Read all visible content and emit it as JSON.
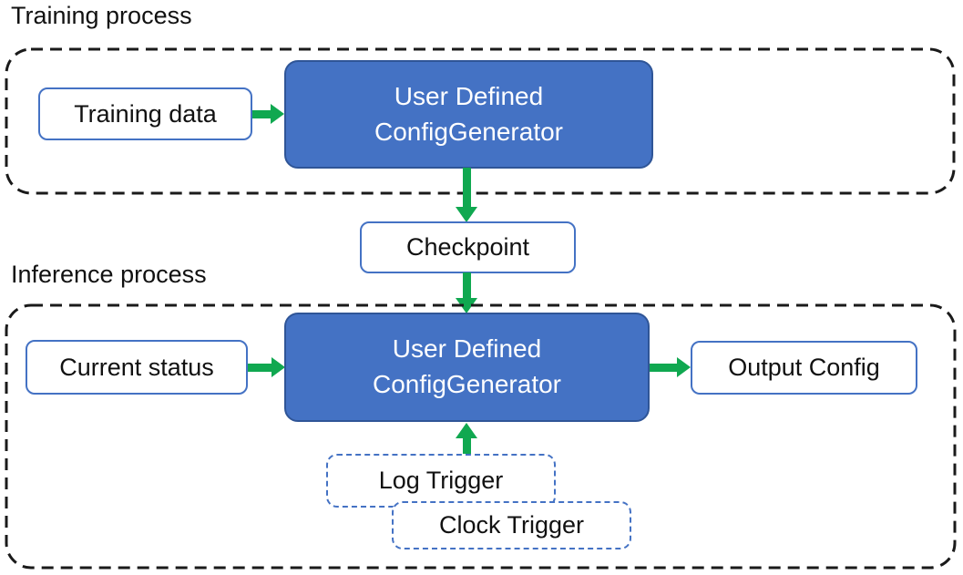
{
  "colors": {
    "node_fill": "#4472C4",
    "node_border": "#2F5597",
    "outline_blue": "#4472C4",
    "arrow_green": "#10A850",
    "container_dash": "#1a1a1a",
    "text_dark": "#111111",
    "text_light": "#FFFFFF",
    "background": "#FFFFFF"
  },
  "training": {
    "label": "Training process",
    "input_label": "Training data",
    "generator": {
      "line1": "User Defined",
      "line2": "ConfigGenerator"
    }
  },
  "checkpoint_label": "Checkpoint",
  "inference": {
    "label": "Inference process",
    "input_label": "Current status",
    "generator": {
      "line1": "User Defined",
      "line2": "ConfigGenerator"
    },
    "output_label": "Output Config",
    "triggers": {
      "log": "Log Trigger",
      "clock": "Clock Trigger"
    }
  }
}
